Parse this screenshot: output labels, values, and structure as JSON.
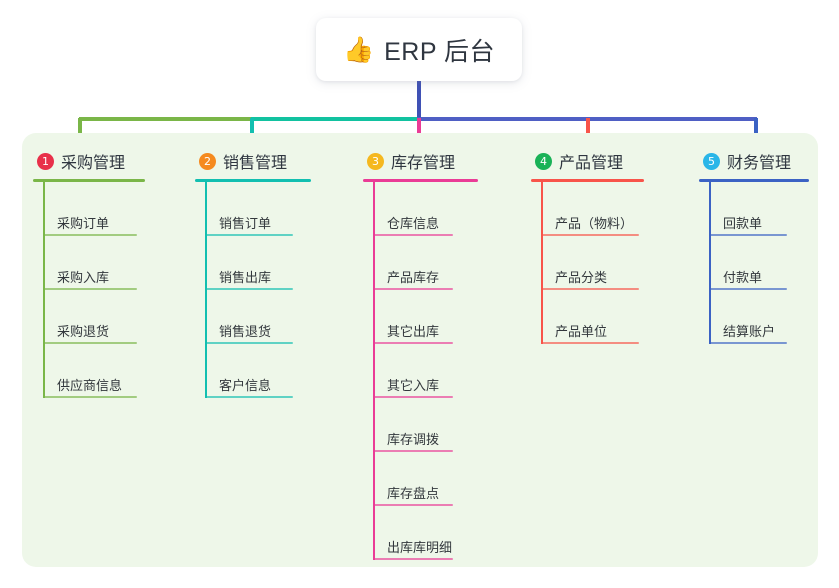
{
  "document": {
    "title": "ERP 后台",
    "type": "mindmap",
    "background_color": "#ffffff",
    "panel_color": "#eef7e9"
  },
  "root": {
    "label": "ERP 后台",
    "emoji": "👍",
    "emoji_name": "thumbs-up-emoji",
    "card_color": "#ffffff",
    "text_color": "#2f3640",
    "stem_color": "#3f51b5"
  },
  "connector": {
    "segments": [
      {
        "name": "left-green",
        "color": "#7ab648"
      },
      {
        "name": "mid-teal",
        "color": "#12c2a0"
      },
      {
        "name": "right-indigo",
        "color": "#4f5fc4"
      }
    ]
  },
  "branches": [
    {
      "number": "1",
      "title": "采购管理",
      "color": "#7ab648",
      "badge_color": "#e8304a",
      "leaves": [
        "采购订单",
        "采购入库",
        "采购退货",
        "供应商信息"
      ]
    },
    {
      "number": "2",
      "title": "销售管理",
      "color": "#12bfb0",
      "badge_color": "#f58a1f",
      "leaves": [
        "销售订单",
        "销售出库",
        "销售退货",
        "客户信息"
      ]
    },
    {
      "number": "3",
      "title": "库存管理",
      "color": "#ea3c96",
      "badge_color": "#f5b81f",
      "leaves": [
        "仓库信息",
        "产品库存",
        "其它出库",
        "其它入库",
        "库存调拨",
        "库存盘点",
        "出库库明细"
      ]
    },
    {
      "number": "4",
      "title": "产品管理",
      "color": "#f8544a",
      "badge_color": "#19b257",
      "leaves": [
        "产品（物料）",
        "产品分类",
        "产品单位"
      ]
    },
    {
      "number": "5",
      "title": "财务管理",
      "color": "#3b62c4",
      "badge_color": "#29b6e8",
      "leaves": [
        "回款单",
        "付款单",
        "结算账户"
      ]
    }
  ]
}
